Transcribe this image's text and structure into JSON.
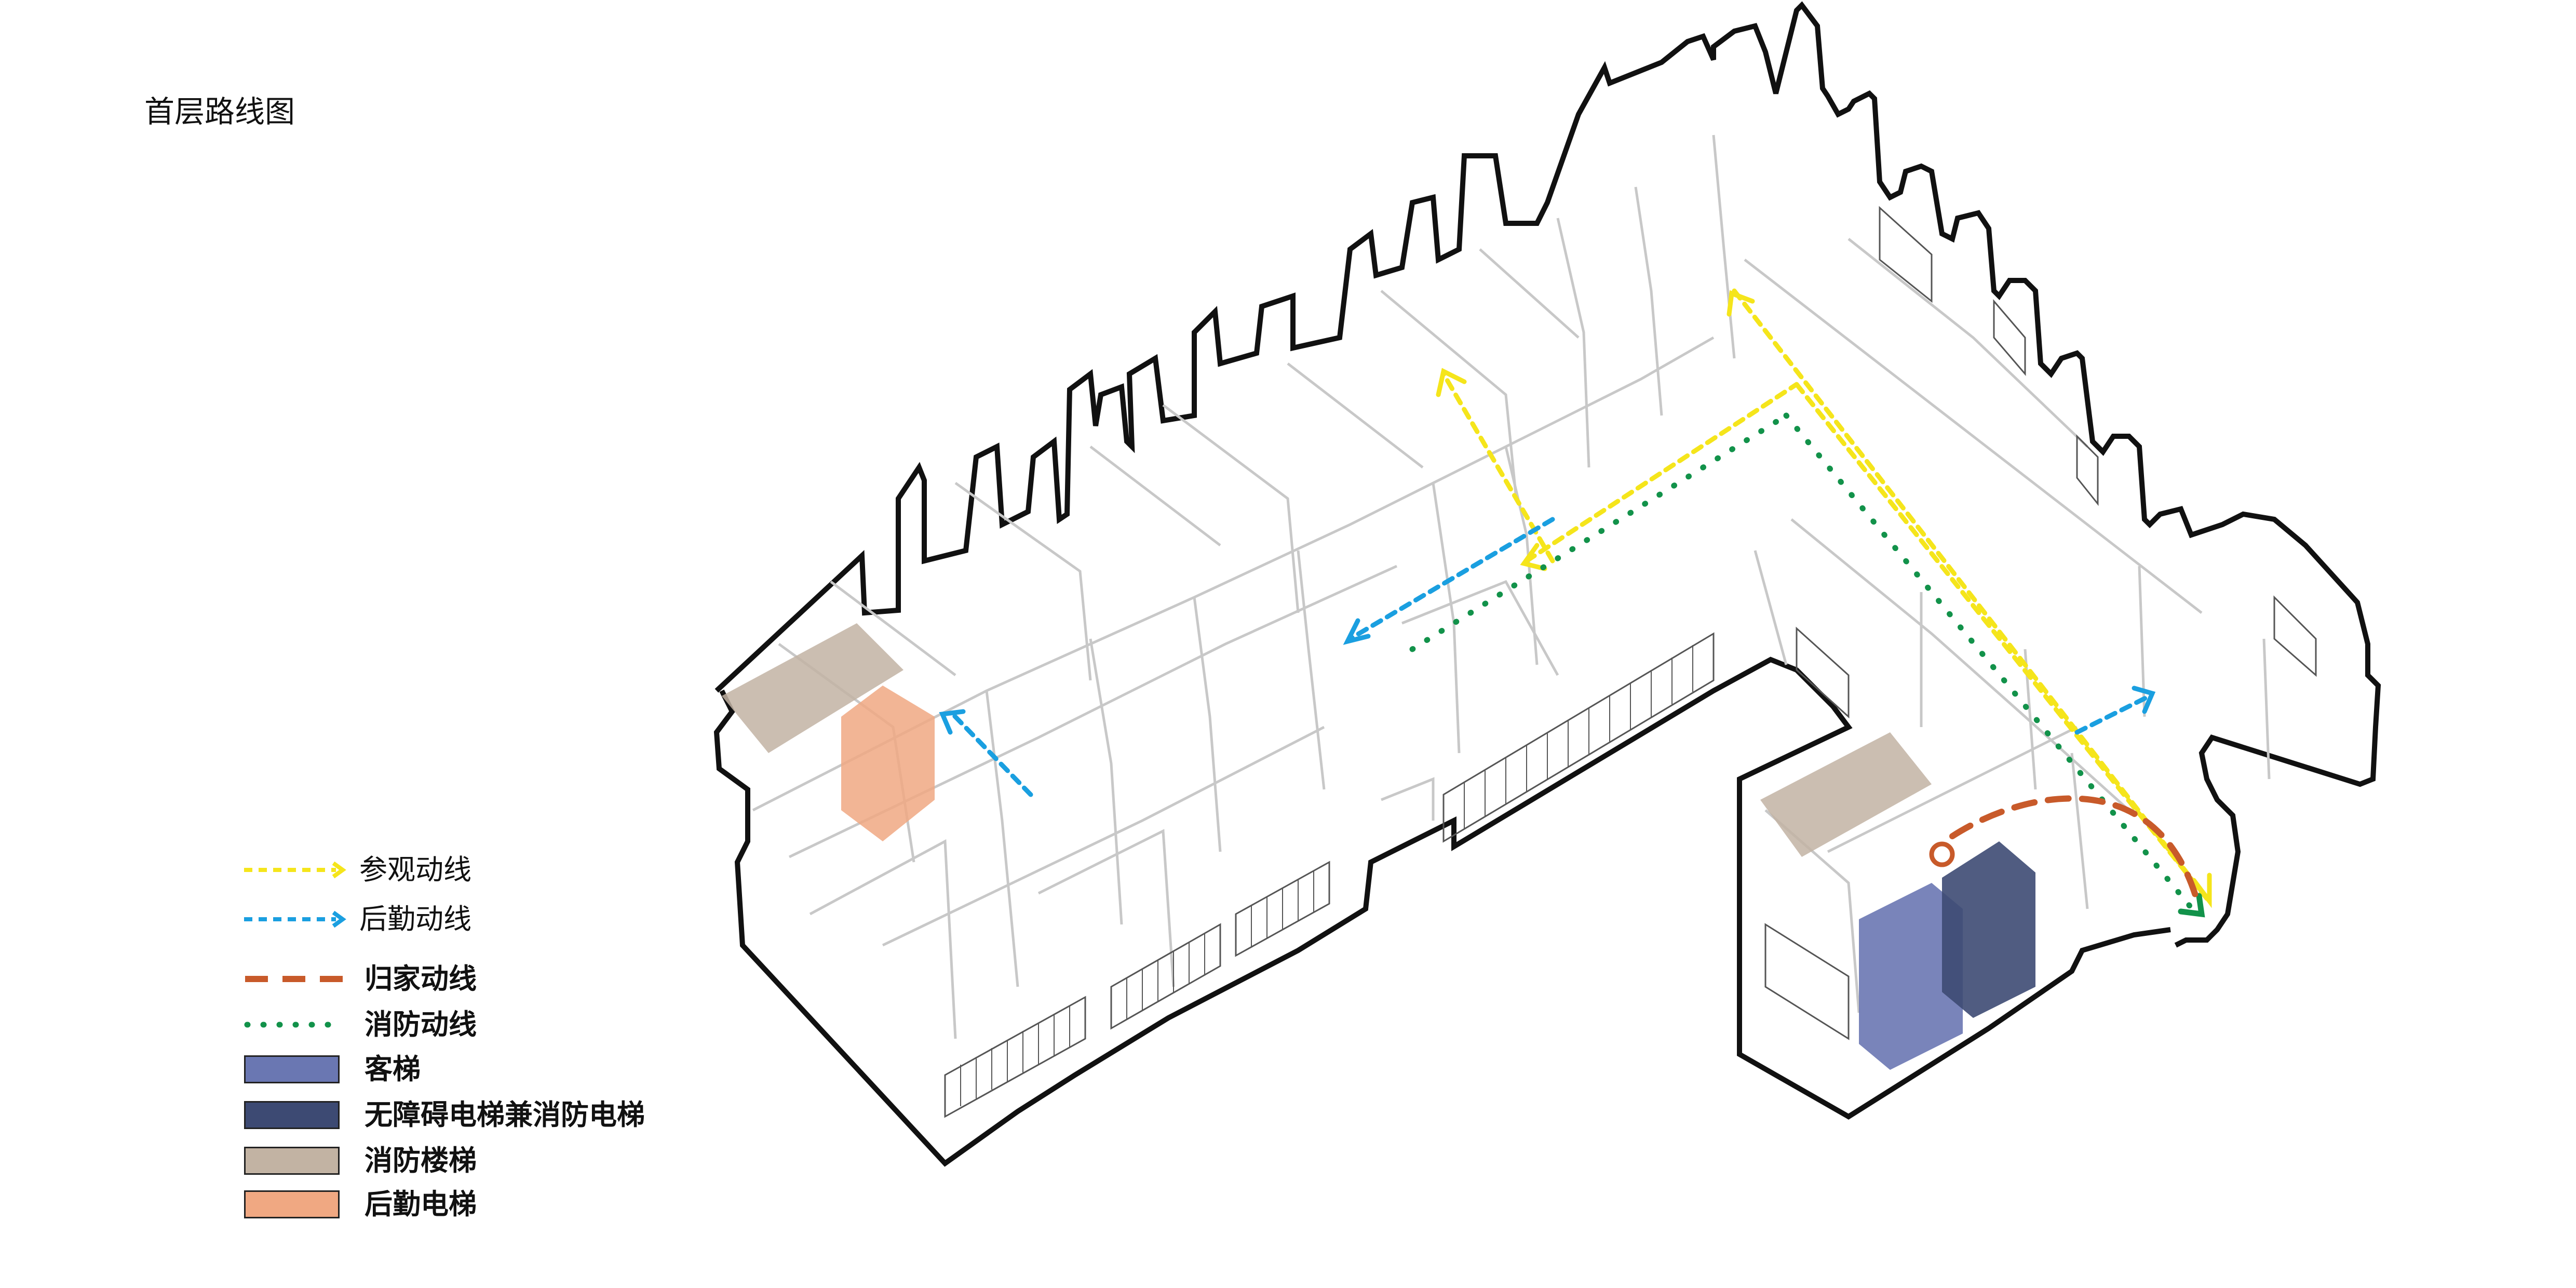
{
  "title": "首层路线图",
  "legend": {
    "visit_route": {
      "label": "参观动线",
      "color": "#f5e51b"
    },
    "service_route": {
      "label": "后勤动线",
      "color": "#1a9fe0"
    },
    "home_route": {
      "label": "归家动线",
      "color": "#c85a2a"
    },
    "fire_route": {
      "label": "消防动线",
      "color": "#12924a"
    },
    "guest_elevator": {
      "label": "客梯",
      "color": "#6a77b2"
    },
    "accessible_fire_elevator": {
      "label": "无障碍电梯兼消防电梯",
      "color": "#3d4a73"
    },
    "fire_stair": {
      "label": "消防楼梯",
      "color": "#c2b3a3"
    },
    "service_elevator": {
      "label": "后勤电梯",
      "color": "#f0a882"
    }
  },
  "colors": {
    "outline": "#111111",
    "wall_line": "#c8c8c8",
    "floor": "#ffffff",
    "facade_line": "#555555"
  }
}
